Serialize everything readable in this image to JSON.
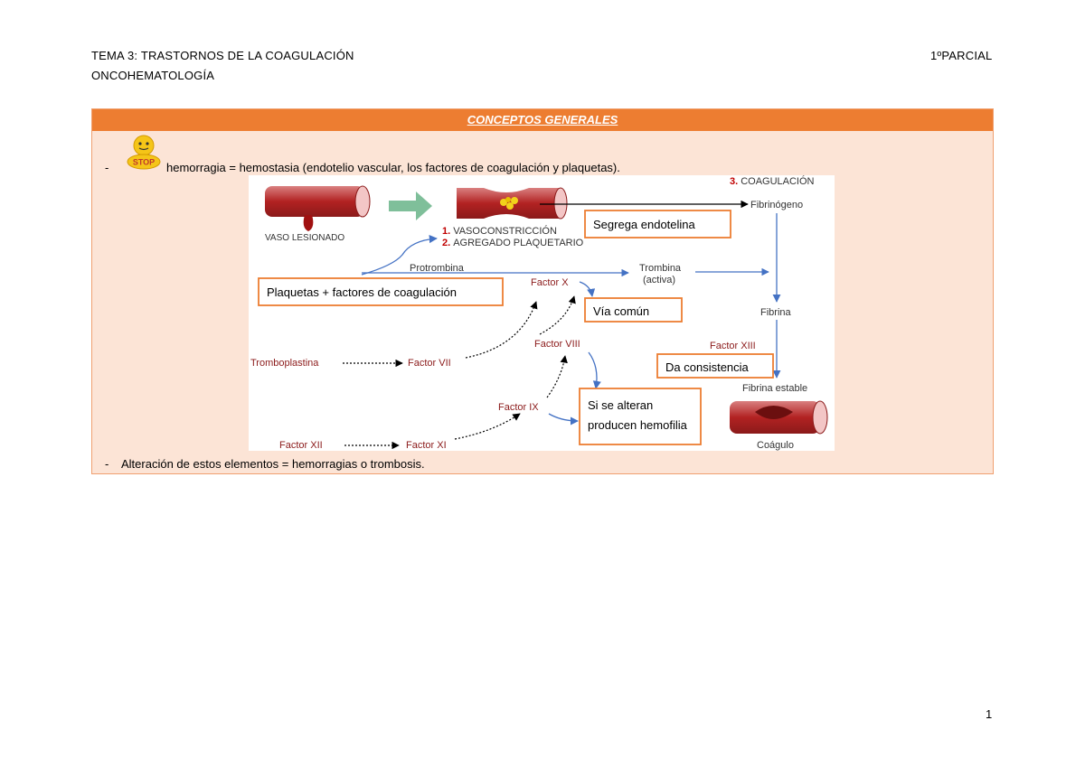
{
  "header": {
    "title": "TEMA 3: TRASTORNOS DE LA COAGULACIÓN",
    "subtitle": "ONCOHEMATOLOGÍA",
    "right": "1ºPARCIAL"
  },
  "section": {
    "title": "CONCEPTOS GENERALES",
    "bullet_char": "-",
    "line1": "hemorragia = hemostasia (endotelio vascular, los factores de coagulación y plaquetas).",
    "line2": "Alteración de estos elementos = hemorragias o trombosis."
  },
  "sticker": {
    "text": "STOP",
    "icon": "stop-emoji-icon"
  },
  "diagram": {
    "vaso_lesionado": "VASO LESIONADO",
    "step1_num": "1.",
    "step1": "VASOCONSTRICCIÓN",
    "step2_num": "2.",
    "step2": "AGREGADO PLAQUETARIO",
    "step3_num": "3.",
    "step3": "COAGULACIÓN",
    "fibrinogeno": "Fibrinógeno",
    "protrombina": "Protrombina",
    "trombina": "Trombina",
    "activa": "(activa)",
    "fibrina": "Fibrina",
    "factor_x": "Factor X",
    "factor_viii": "Factor VIII",
    "factor_vii": "Factor VII",
    "factor_ix": "Factor IX",
    "factor_xii": "Factor XII",
    "factor_xi": "Factor XI",
    "factor_xiii": "Factor XIII",
    "tromboplastina": "Tromboplastina",
    "fibrina_estable": "Fibrina estable",
    "coagulo": "Coágulo",
    "note_endotelina": "Segrega endotelina",
    "note_plaquetas": "Plaquetas + factores de coagulación",
    "note_via_comun": "Vía común",
    "note_consistencia": "Da consistencia",
    "note_hemofilia_1": "Si se alteran",
    "note_hemofilia_2": "producen hemofilia"
  },
  "colors": {
    "accent": "#ed7d31",
    "panel": "#fce4d6",
    "factor_red": "#8b1a1a",
    "arrow_blue": "#4472c4"
  },
  "page_number": "1"
}
